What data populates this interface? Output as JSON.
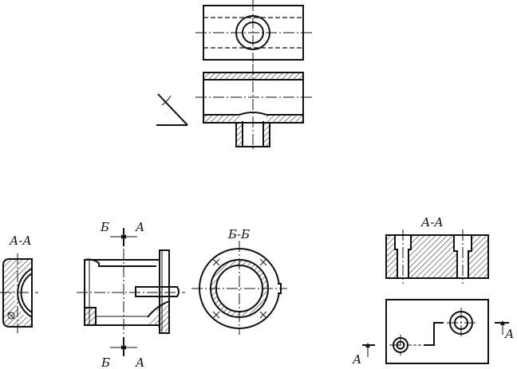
{
  "labels": {
    "section_aa_left": "А-А",
    "cut_b_top": "Б",
    "cut_a_top": "А",
    "cut_b_bottom": "Б",
    "cut_a_bottom": "А",
    "section_bb": "Б-Б",
    "section_aa_right": "А-А",
    "cut_a_left": "А",
    "cut_a_right": "А"
  },
  "colors": {
    "ink": "#111111",
    "paper": "#ffffff"
  }
}
